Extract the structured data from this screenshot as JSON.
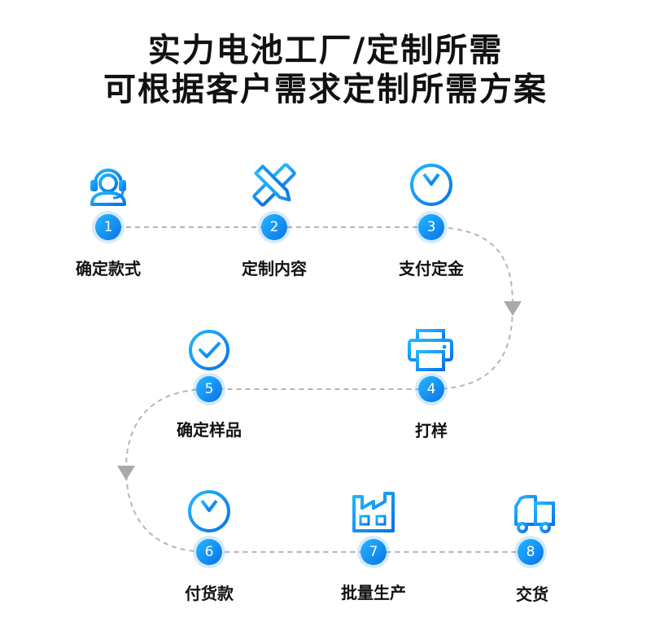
{
  "title": {
    "line1": "实力电池工厂/定制所需",
    "line2": "可根据客户需求定制所需方案"
  },
  "colors": {
    "accent_light": "#25b8ff",
    "accent_dark": "#0a72e8",
    "connector": "#b5b5b5",
    "text": "#111111"
  },
  "steps": [
    {
      "number": "1",
      "label": "确定款式",
      "icon": "customer-service-icon"
    },
    {
      "number": "2",
      "label": "定制内容",
      "icon": "design-tools-icon"
    },
    {
      "number": "3",
      "label": "支付定金",
      "icon": "yuan-coin-icon"
    },
    {
      "number": "4",
      "label": "打样",
      "icon": "printer-icon"
    },
    {
      "number": "5",
      "label": "确定样品",
      "icon": "check-circle-icon"
    },
    {
      "number": "6",
      "label": "付货款",
      "icon": "yuan-coin-icon"
    },
    {
      "number": "7",
      "label": "批量生产",
      "icon": "factory-icon"
    },
    {
      "number": "8",
      "label": "交货",
      "icon": "delivery-truck-icon"
    }
  ]
}
